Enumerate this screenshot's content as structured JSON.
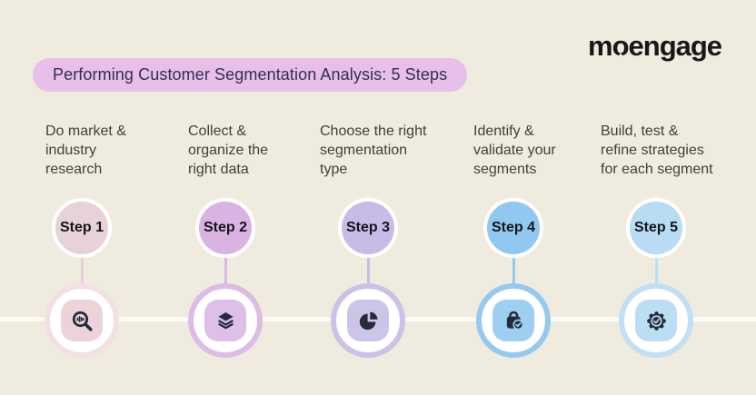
{
  "brand": {
    "logo_m": "m",
    "logo_o": "o",
    "logo_rest": "engage"
  },
  "title": "Performing Customer Segmentation Analysis: 5 Steps",
  "theme": {
    "background": "#f0ebdf",
    "title_pill_bg": "#e7bfe9",
    "title_text": "#322e57",
    "description_text": "#403f3d",
    "step_label_text": "#15151b",
    "icon_glyph": "#252b3a",
    "timeline_line": "#fdfbf4",
    "logo_text": "#181818"
  },
  "steps": [
    {
      "label": "Step 1",
      "description": "Do market &\nindustry\nresearch",
      "icon": "search-analytics-icon",
      "colors": {
        "circle": "#e6d2d8",
        "connector": "#e8cfd6",
        "ring": "#f2e0e4",
        "square": "#edd2da"
      }
    },
    {
      "label": "Step 2",
      "description": "Collect &\norganize the\nright data",
      "icon": "layers-icon",
      "colors": {
        "circle": "#d9b4e2",
        "connector": "#ddb7e4",
        "ring": "#dcbce5",
        "square": "#debfe7"
      }
    },
    {
      "label": "Step 3",
      "description": "Choose the right\nsegmentation\ntype",
      "icon": "pie-chart-icon",
      "colors": {
        "circle": "#c6bce5",
        "connector": "#c8bfe6",
        "ring": "#cbc2e7",
        "square": "#cdc4e9"
      }
    },
    {
      "label": "Step 4",
      "description": "Identify &\nvalidate your\nsegments",
      "icon": "bag-check-icon",
      "colors": {
        "circle": "#90c8ef",
        "connector": "#92c9ef",
        "ring": "#94caf0",
        "square": "#9ecff1"
      }
    },
    {
      "label": "Step 5",
      "description": "Build, test &\nrefine strategies\nfor each segment",
      "icon": "badge-check-icon",
      "colors": {
        "circle": "#b7dcf4",
        "connector": "#badef5",
        "ring": "#c0e0f5",
        "square": "#badef4"
      }
    }
  ]
}
